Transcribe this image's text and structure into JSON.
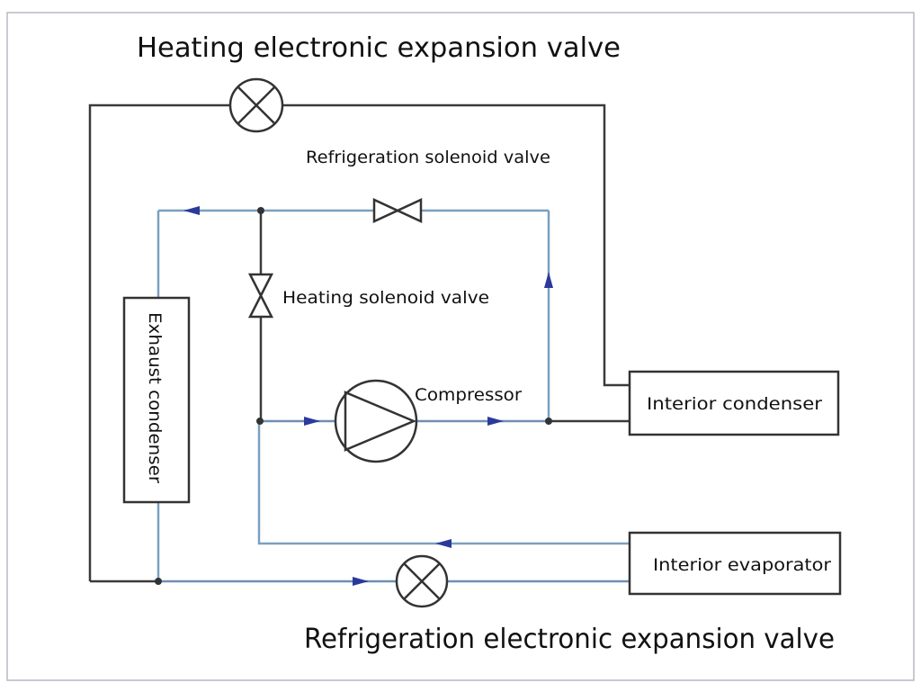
{
  "labels": {
    "heating_eev": "Heating electronic expansion valve",
    "refrigeration_solenoid": "Refrigeration solenoid valve",
    "heating_solenoid": "Heating solenoid valve",
    "compressor": "Compressor",
    "interior_condenser": "Interior condenser",
    "exhaust_condenser": "Exhaust condenser",
    "interior_evaporator": "Interior evaporator",
    "refrigeration_eev": "Refrigeration electronic expansion valve"
  },
  "colors": {
    "background": "#ffffff",
    "frame_border": "#b8b8c4",
    "pipe_dark": "#3a3a3a",
    "pipe_blue": "#7aa0c0",
    "flow_arrow": "#2b3a9a",
    "component_stroke": "#333333",
    "text": "#111111"
  },
  "icons": {
    "expansion_valve": "circle-x-valve-icon",
    "solenoid_valve": "bowtie-valve-icon",
    "compressor": "triangle-in-circle-compressor-icon",
    "flow_direction": "arrowhead-icon"
  }
}
